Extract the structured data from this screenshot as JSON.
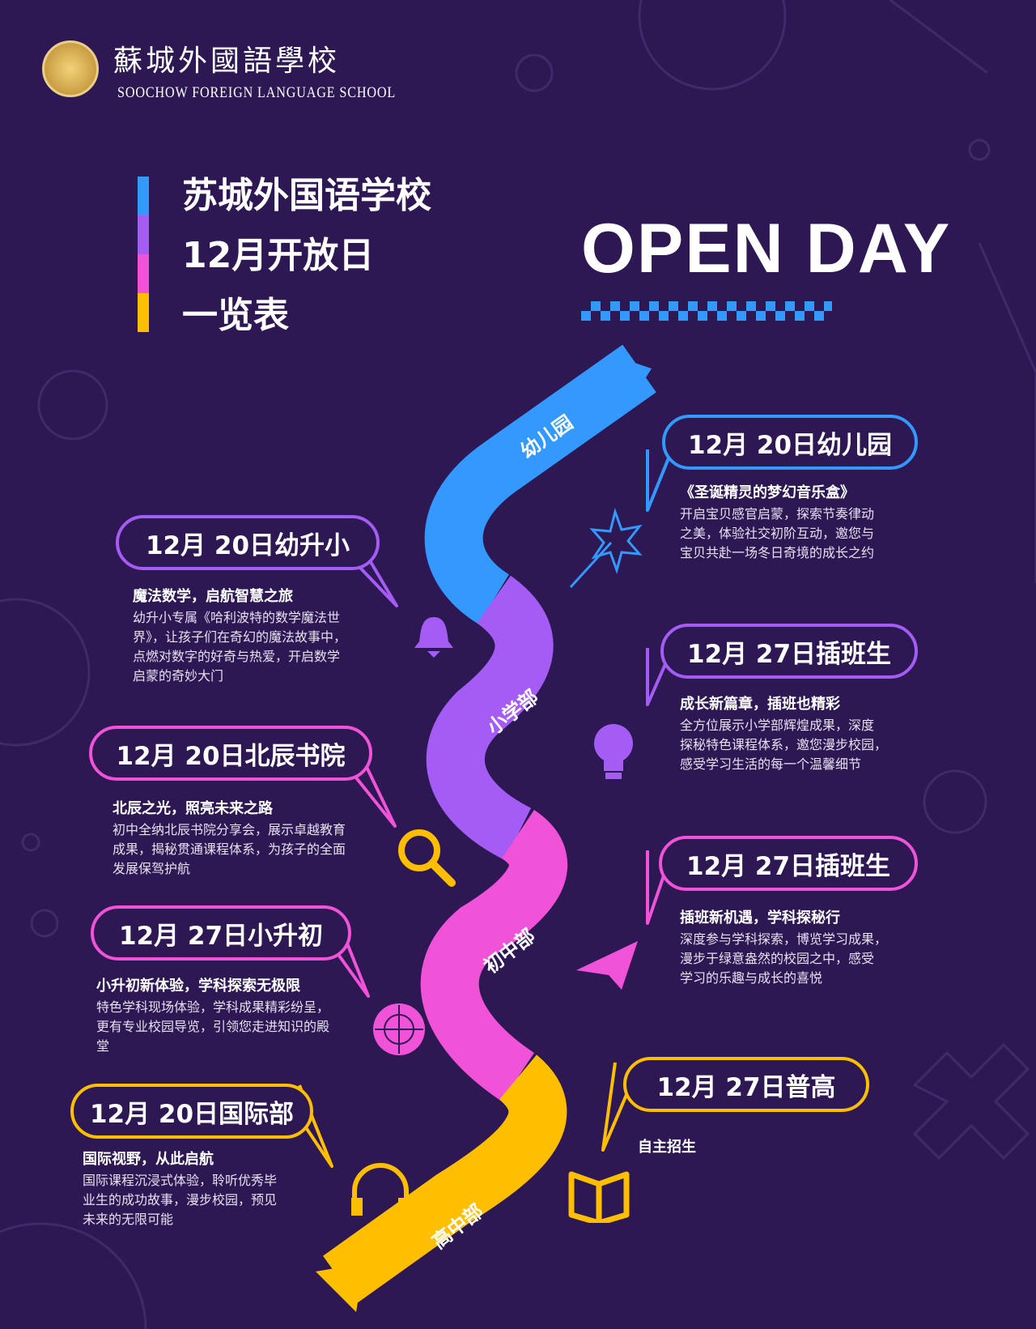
{
  "header": {
    "school_cn": "蘇城外國語學校",
    "school_en": "SOOCHOW FOREIGN LANGUAGE SCHOOL"
  },
  "title": {
    "lines": [
      "苏城外国语学校",
      "12月开放日",
      "一览表"
    ],
    "english": "OPEN DAY"
  },
  "colors": {
    "background": "#2d1853",
    "blue": "#3399ff",
    "purple": "#a45cf5",
    "pink": "#f052d8",
    "yellow": "#ffbf00"
  },
  "ribbon": {
    "sections": [
      "幼儿园",
      "小学部",
      "初中部",
      "高中部"
    ]
  },
  "events": [
    {
      "heading": "12月 20日幼儿园",
      "subtitle": "《圣诞精灵的梦幻音乐盒》",
      "lines": [
        "开启宝贝感官启蒙，探索节奏律动",
        "之美，体验社交初阶互动，邀您与",
        "宝贝共赴一场冬日奇境的成长之约"
      ],
      "icon": "magic-wand-icon"
    },
    {
      "heading": "12月 20日幼升小",
      "subtitle": "魔法数学，启航智慧之旅",
      "lines": [
        "幼升小专属《哈利波特的数学魔法世",
        "界》，让孩子们在奇幻的魔法故事中，",
        "点燃对数字的好奇与热爱，开启数学",
        "启蒙的奇妙大门"
      ],
      "icon": "bell-icon"
    },
    {
      "heading": "12月 27日插班生",
      "subtitle": "成长新篇章，插班也精彩",
      "lines": [
        "全方位展示小学部辉煌成果，深度",
        "探秘特色课程体系，邀您漫步校园，",
        "感受学习生活的每一个温馨细节"
      ],
      "icon": "lightbulb-icon"
    },
    {
      "heading": "12月 20日北辰书院",
      "subtitle": "北辰之光，照亮未来之路",
      "lines": [
        "初中全纳北辰书院分享会，展示卓越教育",
        "成果，揭秘贯通课程体系，为孩子的全面",
        "发展保驾护航"
      ],
      "icon": "magnifier-icon"
    },
    {
      "heading": "12月 27日插班生",
      "subtitle": "插班新机遇，学科探秘行",
      "lines": [
        "深度参与学科探索，博览学习成果，",
        "漫步于绿意盎然的校园之中，感受",
        "学习的乐趣与成长的喜悦"
      ],
      "icon": "paper-plane-icon"
    },
    {
      "heading": "12月 27日小升初",
      "subtitle": "小升初新体验，学科探索无极限",
      "lines": [
        "特色学科现场体验，学科成果精彩纷呈，",
        "更有专业校园导览，引领您走进知识的殿",
        "堂"
      ],
      "icon": "target-icon"
    },
    {
      "heading": "12月 27日普高",
      "subtitle": "自主招生",
      "lines": [],
      "icon": "book-icon"
    },
    {
      "heading": "12月 20日国际部",
      "subtitle": "国际视野，从此启航",
      "lines": [
        "国际课程沉浸式体验，聆听优秀毕",
        "业生的成功故事，漫步校园，预见",
        "未来的无限可能"
      ],
      "icon": "headphones-icon"
    }
  ]
}
